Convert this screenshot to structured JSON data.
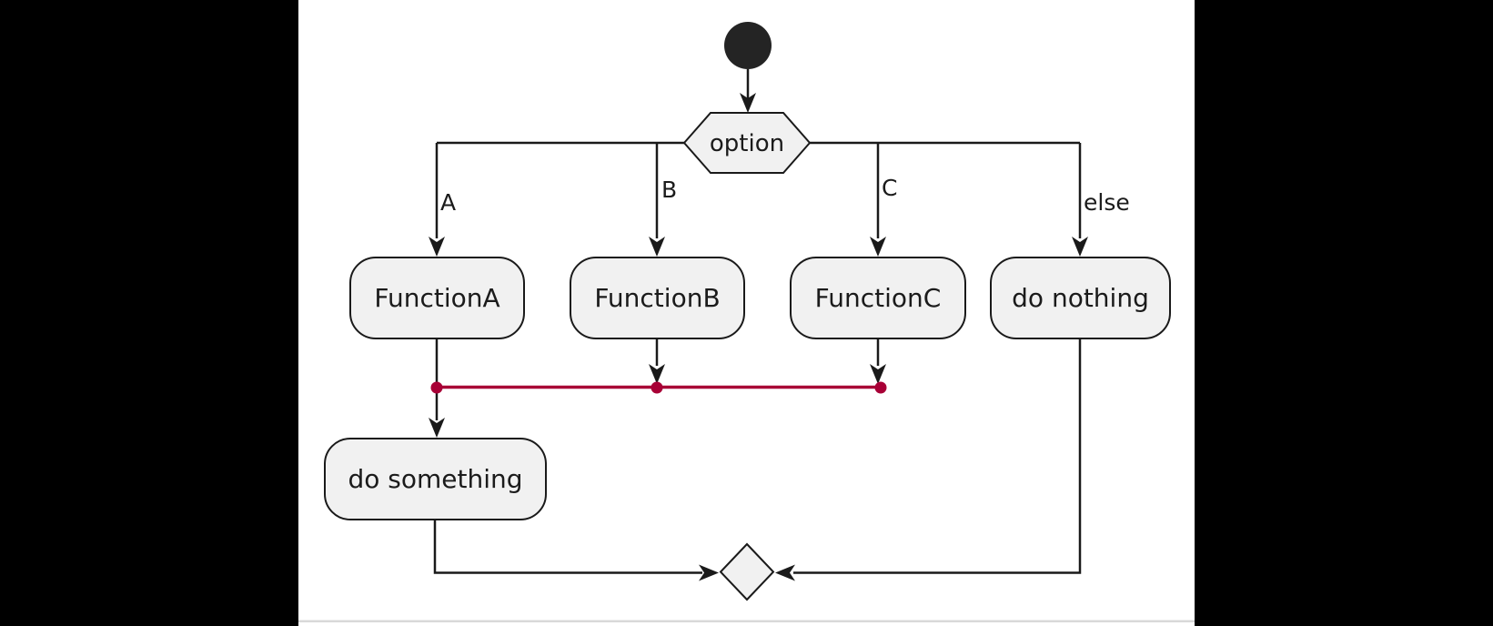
{
  "canvas": {
    "letterbox_color": "#000000",
    "background": "#ffffff",
    "bottom_divider_color": "#d9d9d9"
  },
  "diagram": {
    "type": "activity-flowchart",
    "decision": {
      "label": "option"
    },
    "branches": [
      {
        "guard": "A",
        "action": "FunctionA"
      },
      {
        "guard": "B",
        "action": "FunctionB"
      },
      {
        "guard": "C",
        "action": "FunctionC"
      },
      {
        "guard": "else",
        "action": "do nothing"
      }
    ],
    "joined_action": "do something",
    "colors": {
      "node_fill": "#f1f1f1",
      "node_border": "#1a1a1a",
      "edge": "#1a1a1a",
      "start_node_fill": "#242424",
      "sync_bar": "#a80036"
    }
  }
}
